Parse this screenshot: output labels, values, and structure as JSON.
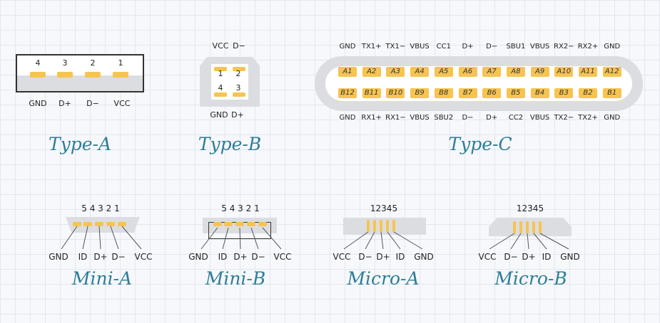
{
  "type_a": {
    "title": "Type-A",
    "pin_numbers": [
      "4",
      "3",
      "2",
      "1"
    ],
    "labels": [
      "GND",
      "D+",
      "D−",
      "VCC"
    ]
  },
  "type_b": {
    "title": "Type-B",
    "top_labels": [
      "VCC",
      "D−"
    ],
    "bottom_labels": [
      "GND",
      "D+"
    ],
    "pin_numbers": [
      "1",
      "2",
      "4",
      "3"
    ]
  },
  "type_c": {
    "title": "Type-C",
    "top_labels": [
      "GND",
      "TX1+",
      "TX1−",
      "VBUS",
      "CC1",
      "D+",
      "D−",
      "SBU1",
      "VBUS",
      "RX2−",
      "RX2+",
      "GND"
    ],
    "row_a": [
      "A1",
      "A2",
      "A3",
      "A4",
      "A5",
      "A6",
      "A7",
      "A8",
      "A9",
      "A10",
      "A11",
      "A12"
    ],
    "row_b": [
      "B12",
      "B11",
      "B10",
      "B9",
      "B8",
      "B7",
      "B6",
      "B5",
      "B4",
      "B3",
      "B2",
      "B1"
    ],
    "bottom_labels": [
      "GND",
      "RX1+",
      "RX1−",
      "VBUS",
      "SBU2",
      "D−",
      "D+",
      "CC2",
      "VBUS",
      "TX2−",
      "TX2+",
      "GND"
    ]
  },
  "mini_a": {
    "title": "Mini-A",
    "pin_numbers": "5 4 3 2 1",
    "labels": [
      "GND",
      "ID",
      "D+",
      "D−",
      "VCC"
    ]
  },
  "mini_b": {
    "title": "Mini-B",
    "pin_numbers": "5 4 3 2 1",
    "labels": [
      "GND",
      "ID",
      "D+",
      "D−",
      "VCC"
    ]
  },
  "micro_a": {
    "title": "Micro-A",
    "pin_numbers": "12345",
    "labels": [
      "VCC",
      "D−",
      "D+",
      "ID",
      "GND"
    ]
  },
  "micro_b": {
    "title": "Micro-B",
    "pin_numbers": "12345",
    "labels": [
      "VCC",
      "D−",
      "D+",
      "ID",
      "GND"
    ]
  },
  "colors": {
    "pin": "#f6c44f",
    "title": "#2e7d9a",
    "housing": "#dfe0e3"
  }
}
